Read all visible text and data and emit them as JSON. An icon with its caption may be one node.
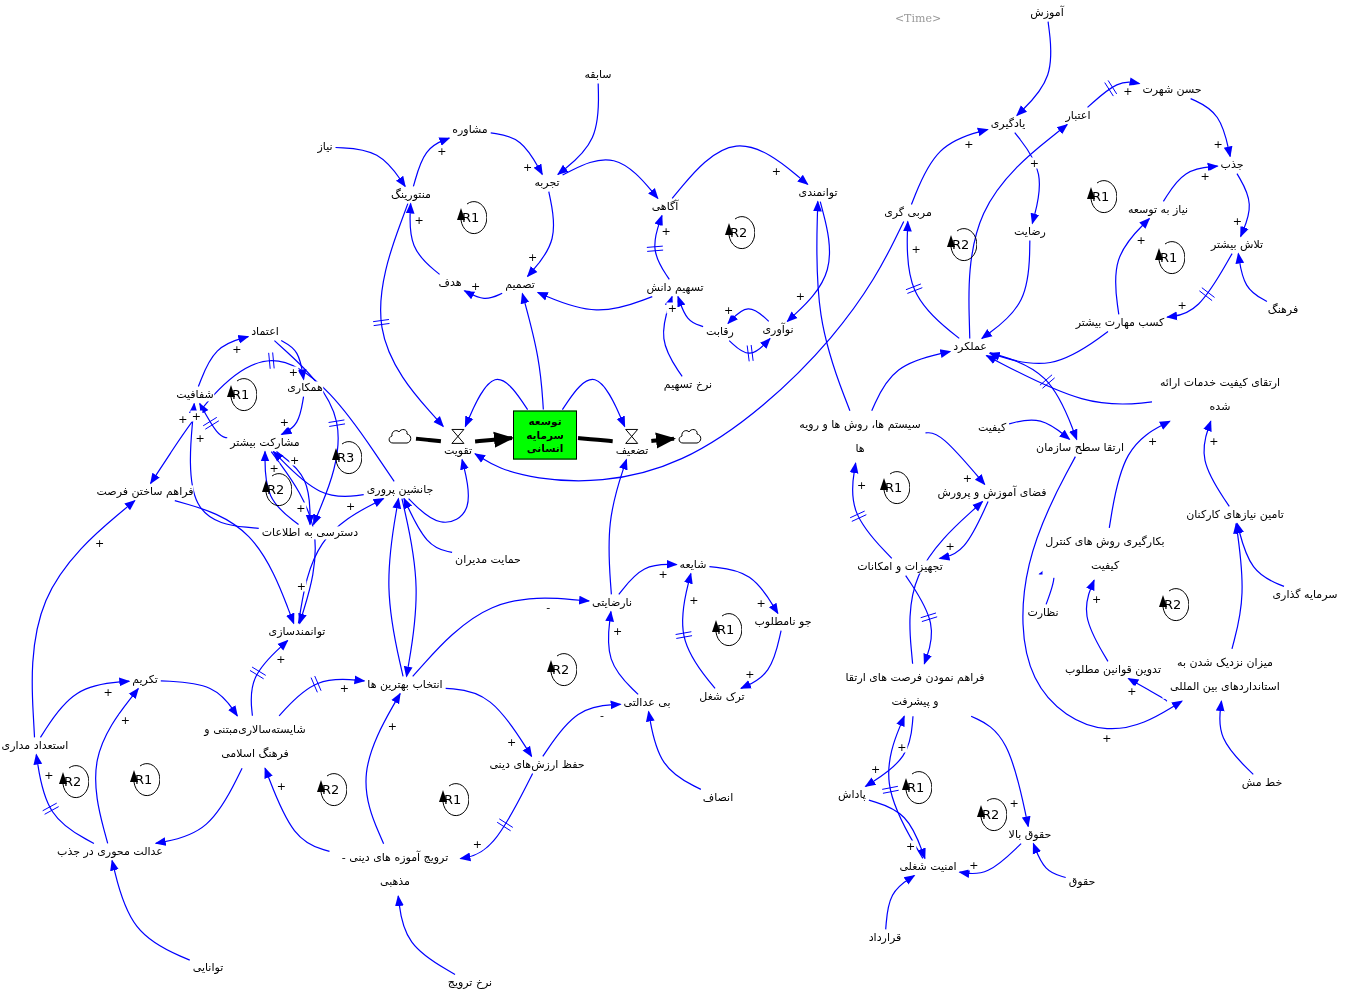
{
  "diagram": {
    "nodes": [
      {
        "text": [
          "نیاز"
        ]
      },
      {
        "text": [
          "منتورینگ"
        ]
      },
      {
        "text": [
          "مشاوره"
        ]
      },
      {
        "text": [
          "سابقه"
        ]
      },
      {
        "text": [
          "تجربه"
        ]
      },
      {
        "text": [
          "هدف"
        ]
      },
      {
        "text": [
          "تصمیم"
        ]
      },
      {
        "text": [
          "آگاهی"
        ]
      },
      {
        "text": [
          "توانمندی"
        ]
      },
      {
        "text": [
          "تسهیم دانش"
        ]
      },
      {
        "text": [
          "رقابت"
        ]
      },
      {
        "text": [
          "نوآوری"
        ]
      },
      {
        "text": [
          "نرخ تسهیم"
        ]
      },
      {
        "text": [],
        "shape": "cloud"
      },
      {
        "text": [
          "تقویت"
        ]
      },
      {
        "text": [
          "توسعه سرمایه انسانی"
        ]
      },
      {
        "text": [
          "تضعیف"
        ]
      },
      {
        "text": [],
        "shape": "cloud"
      },
      {
        "text": [
          "اعتماد"
        ]
      },
      {
        "text": [
          "همکاری"
        ]
      },
      {
        "text": [
          "شفافیت"
        ]
      },
      {
        "text": [
          "مشارکت بیشتر"
        ]
      },
      {
        "text": [
          "دسترسی به اطلاعات"
        ]
      },
      {
        "text": [
          "جانشین پروری"
        ]
      },
      {
        "text": [
          "فراهم ساختن فرصت"
        ]
      },
      {
        "text": [
          "توانمندسازی"
        ]
      },
      {
        "text": [
          "حمایت مدیران"
        ]
      },
      {
        "text": [
          "تکریم"
        ]
      },
      {
        "text": [
          "استعداد مداری"
        ]
      },
      {
        "text": [
          "شایسته‌سالاری‌مبتنی و فرهنگ اسلامی"
        ]
      },
      {
        "text": [
          "عدالت محوری در جذب"
        ]
      },
      {
        "text": [
          "توانایی"
        ]
      },
      {
        "text": [
          "انتخاب بهترین ها"
        ]
      },
      {
        "text": [
          "حفظ ارزش‌های دینی"
        ]
      },
      {
        "text": [
          "ترویج آموزه های دینی - مذهبی"
        ]
      },
      {
        "text": [
          "نرخ ترویج"
        ]
      },
      {
        "text": [
          "نارضایتی"
        ]
      },
      {
        "text": [
          "شایعه"
        ]
      },
      {
        "text": [
          "جو نامطلوب"
        ]
      },
      {
        "text": [
          "ترک شغل"
        ]
      },
      {
        "text": [
          "بی عدالتی"
        ]
      },
      {
        "text": [
          "انصاف"
        ]
      },
      {
        "text": [
          "آموزش"
        ]
      },
      {
        "text": [
          "یادگیری"
        ]
      },
      {
        "text": [
          "مربی گری"
        ]
      },
      {
        "text": [
          "رضایت"
        ]
      },
      {
        "text": [
          "عملکرد"
        ]
      },
      {
        "text": [
          "اعتبار"
        ]
      },
      {
        "text": [
          "حسن شهرت"
        ]
      },
      {
        "text": [
          "جذب"
        ]
      },
      {
        "text": [
          "نیاز به توسعه"
        ]
      },
      {
        "text": [
          "تلاش بیشتر"
        ]
      },
      {
        "text": [
          "فرهنگ"
        ]
      },
      {
        "text": [
          "کسب مهارت بیشتر"
        ]
      },
      {
        "text": [
          "سیستم ها، روش ها و رویه ها"
        ]
      },
      {
        "text": [
          "کیفیت"
        ]
      },
      {
        "text": [
          "ارتقا سطح سازمان"
        ]
      },
      {
        "text": [
          "ارتقای کیفیت خدمات ارائه شده"
        ]
      },
      {
        "text": [
          "فضای آموزش و پرورش"
        ]
      },
      {
        "text": [
          "تجهیزات و امکانات"
        ]
      },
      {
        "text": [
          "بکارگیری روش های کنترل کیفیت"
        ]
      },
      {
        "text": [
          "تامین نیازهای کارکنان"
        ]
      },
      {
        "text": [
          "سرمایه گذاری"
        ]
      },
      {
        "text": [
          "نظارت"
        ]
      },
      {
        "text": [
          "تدوین قوانین مطلوب"
        ]
      },
      {
        "text": [
          "میزان نزدیک شدن به استانداردهای بین المللی"
        ]
      },
      {
        "text": [
          "خط مش"
        ]
      },
      {
        "text": [
          "فراهم نمودن فرصت های ارتقا و پیشرفت"
        ]
      },
      {
        "text": [
          "پاداش"
        ]
      },
      {
        "text": [
          "امنیت شغلی"
        ]
      },
      {
        "text": [
          "حقوق بالا"
        ]
      },
      {
        "text": [
          "حقوق"
        ]
      },
      {
        "text": [
          "قرارداد"
        ]
      }
    ],
    "edges": [
      {
        "from": 0,
        "to": 1,
        "arrow": "to"
      },
      {
        "from": 1,
        "to": 2,
        "arrow": "to",
        "label": "+"
      },
      {
        "from": 2,
        "to": 4,
        "arrow": "to",
        "label": "+"
      },
      {
        "from": 3,
        "to": 4,
        "arrow": "to"
      },
      {
        "from": 4,
        "to": 6,
        "arrow": "to",
        "label": "+"
      },
      {
        "from": 6,
        "to": 5,
        "arrow": "to",
        "label": "+"
      },
      {
        "from": 5,
        "to": 1,
        "arrow": "to",
        "label": "+"
      },
      {
        "from": 4,
        "to": 7,
        "arrow": "to"
      },
      {
        "from": 7,
        "to": 8,
        "arrow": "to",
        "label": "+"
      },
      {
        "from": 8,
        "to": 11,
        "arrow": "to",
        "label": "+"
      },
      {
        "from": 11,
        "to": 10,
        "arrow": "to",
        "label": "+"
      },
      {
        "from": 10,
        "to": 11,
        "arrow": "to"
      },
      {
        "from": 10,
        "to": 9,
        "arrow": "to",
        "label": "+"
      },
      {
        "from": 12,
        "to": 9,
        "arrow": "to"
      },
      {
        "from": 9,
        "to": 7,
        "arrow": "to",
        "label": "+"
      },
      {
        "from": 9,
        "to": 6,
        "arrow": "to"
      },
      {
        "from": 15,
        "to": 6,
        "arrow": "to"
      },
      {
        "from": 13,
        "to": 14,
        "arrow": "none",
        "style": "thick",
        "color": "#000000"
      },
      {
        "from": 14,
        "to": 15,
        "arrow": "to",
        "style": "thick",
        "color": "#000000"
      },
      {
        "from": 15,
        "to": 16,
        "arrow": "none",
        "style": "thick",
        "color": "#000000"
      },
      {
        "from": 16,
        "to": 17,
        "arrow": "to",
        "style": "thick",
        "color": "#000000"
      },
      {
        "from": 15,
        "to": 14,
        "arrow": "to"
      },
      {
        "from": 15,
        "to": 16,
        "arrow": "to"
      },
      {
        "from": 1,
        "to": 14,
        "arrow": "to"
      },
      {
        "from": 44,
        "to": 14,
        "arrow": "to"
      },
      {
        "from": 54,
        "to": 8,
        "arrow": "to"
      },
      {
        "from": 36,
        "to": 16,
        "arrow": "to"
      },
      {
        "from": 23,
        "to": 14,
        "arrow": "to"
      },
      {
        "from": 20,
        "to": 18,
        "arrow": "to",
        "label": "+"
      },
      {
        "from": 18,
        "to": 19,
        "arrow": "to",
        "label": "+"
      },
      {
        "from": 19,
        "to": 21,
        "arrow": "to",
        "label": "+"
      },
      {
        "from": 21,
        "to": 20,
        "arrow": "to",
        "label": "+"
      },
      {
        "from": 18,
        "to": 22,
        "arrow": "to"
      },
      {
        "from": 21,
        "to": 22,
        "arrow": "to",
        "label": "+"
      },
      {
        "from": 23,
        "to": 21,
        "arrow": "to",
        "label": "+"
      },
      {
        "from": 22,
        "to": 21,
        "arrow": "to",
        "label": "+"
      },
      {
        "from": 22,
        "to": 20,
        "arrow": "to",
        "label": "+"
      },
      {
        "from": 21,
        "to": 25,
        "arrow": "to",
        "label": "+"
      },
      {
        "from": 24,
        "to": 25,
        "arrow": "to"
      },
      {
        "from": 23,
        "to": 24,
        "arrow": "to",
        "label": "+"
      },
      {
        "from": 25,
        "to": 23,
        "arrow": "to",
        "label": "+"
      },
      {
        "from": 26,
        "to": 23,
        "arrow": "to"
      },
      {
        "from": 28,
        "to": 24,
        "arrow": "to",
        "label": "+"
      },
      {
        "from": 23,
        "to": 32,
        "arrow": "to"
      },
      {
        "from": 32,
        "to": 23,
        "arrow": "to"
      },
      {
        "from": 32,
        "to": 36,
        "arrow": "to",
        "label": "-"
      },
      {
        "from": 29,
        "to": 25,
        "arrow": "to",
        "label": "+"
      },
      {
        "from": 29,
        "to": 32,
        "arrow": "to",
        "label": "+"
      },
      {
        "from": 27,
        "to": 29,
        "arrow": "to"
      },
      {
        "from": 28,
        "to": 27,
        "arrow": "to",
        "label": "+"
      },
      {
        "from": 30,
        "to": 27,
        "arrow": "to",
        "label": "+"
      },
      {
        "from": 30,
        "to": 28,
        "arrow": "to",
        "label": "+"
      },
      {
        "from": 29,
        "to": 30,
        "arrow": "to"
      },
      {
        "from": 34,
        "to": 29,
        "arrow": "to",
        "label": "+"
      },
      {
        "from": 34,
        "to": 32,
        "arrow": "to",
        "label": "+"
      },
      {
        "from": 32,
        "to": 33,
        "arrow": "to",
        "label": "+"
      },
      {
        "from": 33,
        "to": 34,
        "arrow": "to",
        "label": "+"
      },
      {
        "from": 31,
        "to": 30,
        "arrow": "to"
      },
      {
        "from": 35,
        "to": 34,
        "arrow": "to"
      },
      {
        "from": 33,
        "to": 40,
        "arrow": "to",
        "label": "-"
      },
      {
        "from": 40,
        "to": 36,
        "arrow": "to",
        "label": "+"
      },
      {
        "from": 41,
        "to": 40,
        "arrow": "to"
      },
      {
        "from": 36,
        "to": 37,
        "arrow": "to",
        "label": "+"
      },
      {
        "from": 37,
        "to": 38,
        "arrow": "to",
        "label": "+"
      },
      {
        "from": 38,
        "to": 39,
        "arrow": "to",
        "label": "+"
      },
      {
        "from": 39,
        "to": 37,
        "arrow": "to",
        "label": "+"
      },
      {
        "from": 42,
        "to": 43,
        "arrow": "to"
      },
      {
        "from": 44,
        "to": 43,
        "arrow": "to",
        "label": "+"
      },
      {
        "from": 43,
        "to": 45,
        "arrow": "to"
      },
      {
        "from": 45,
        "to": 46,
        "arrow": "to"
      },
      {
        "from": 46,
        "to": 44,
        "arrow": "to",
        "label": "+"
      },
      {
        "from": 46,
        "to": 47,
        "arrow": "to",
        "label": "+"
      },
      {
        "from": 47,
        "to": 48,
        "arrow": "to",
        "label": "+"
      },
      {
        "from": 48,
        "to": 49,
        "arrow": "to",
        "label": "+"
      },
      {
        "from": 50,
        "to": 49,
        "arrow": "to",
        "label": "+"
      },
      {
        "from": 49,
        "to": 51,
        "arrow": "to",
        "label": "+"
      },
      {
        "from": 52,
        "to": 51,
        "arrow": "to"
      },
      {
        "from": 51,
        "to": 53,
        "arrow": "to",
        "label": "+"
      },
      {
        "from": 53,
        "to": 50,
        "arrow": "to",
        "label": "+"
      },
      {
        "from": 53,
        "to": 46,
        "arrow": "to"
      },
      {
        "from": 57,
        "to": 46,
        "arrow": "to"
      },
      {
        "from": 46,
        "to": 56,
        "arrow": "to"
      },
      {
        "from": 54,
        "to": 46,
        "arrow": "to"
      },
      {
        "from": 55,
        "to": 56,
        "arrow": "to"
      },
      {
        "from": 54,
        "to": 58,
        "arrow": "to",
        "label": "+"
      },
      {
        "from": 58,
        "to": 59,
        "arrow": "to",
        "label": "+"
      },
      {
        "from": 59,
        "to": 54,
        "arrow": "to",
        "label": "+"
      },
      {
        "from": 59,
        "to": 67,
        "arrow": "to"
      },
      {
        "from": 67,
        "to": 58,
        "arrow": "to"
      },
      {
        "from": 67,
        "to": 68,
        "arrow": "to",
        "label": "+"
      },
      {
        "from": 68,
        "to": 69,
        "arrow": "to",
        "label": "+"
      },
      {
        "from": 69,
        "to": 67,
        "arrow": "to",
        "label": "+"
      },
      {
        "from": 67,
        "to": 70,
        "arrow": "to",
        "label": "+"
      },
      {
        "from": 70,
        "to": 69,
        "arrow": "to",
        "label": "+"
      },
      {
        "from": 71,
        "to": 70,
        "arrow": "to"
      },
      {
        "from": 72,
        "to": 69,
        "arrow": "to"
      },
      {
        "from": 56,
        "to": 65,
        "arrow": "to",
        "label": "+"
      },
      {
        "from": 65,
        "to": 64,
        "arrow": "to",
        "label": "+"
      },
      {
        "from": 64,
        "to": 60,
        "arrow": "to",
        "label": "+"
      },
      {
        "from": 63,
        "to": 60,
        "arrow": "to"
      },
      {
        "from": 60,
        "to": 57,
        "arrow": "to",
        "label": "+"
      },
      {
        "from": 65,
        "to": 61,
        "arrow": "to"
      },
      {
        "from": 61,
        "to": 57,
        "arrow": "to",
        "label": "+"
      },
      {
        "from": 62,
        "to": 61,
        "arrow": "to"
      },
      {
        "from": 66,
        "to": 65,
        "arrow": "to"
      }
    ],
    "labels": [
      "<Time>",
      "R1",
      "R1",
      "R2",
      "R2",
      "R1",
      "R1",
      "R3",
      "R1",
      "R2",
      "R2",
      "R1",
      "R2",
      "R2",
      "R1",
      "R1",
      "R2",
      "R1",
      "R2"
    ]
  }
}
